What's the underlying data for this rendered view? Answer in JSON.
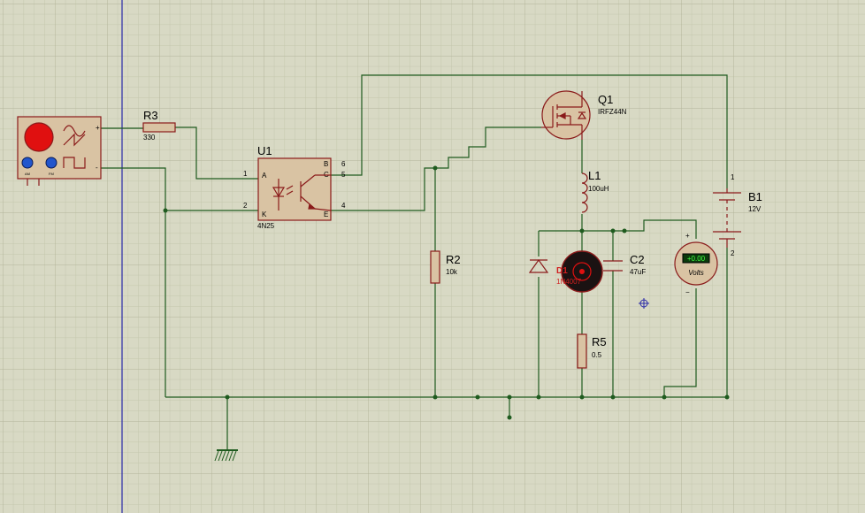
{
  "colors": {
    "background": "#d8d9c4",
    "grid_minor": "#c4c6ad",
    "grid_major": "#b2b49a",
    "wire": "#1f5b1f",
    "component_outline": "#8a1a1a",
    "component_fill": "#d9c3a3",
    "margin_line": "#2a2aa8"
  },
  "components": {
    "generator": {
      "plus_label": "+",
      "minus_label": "-",
      "knob1_label": "AM",
      "knob2_label": "FM"
    },
    "r3": {
      "ref": "R3",
      "value": "330"
    },
    "u1": {
      "ref": "U1",
      "part": "4N25",
      "pins": {
        "p1": "1",
        "p2": "2",
        "p4": "4",
        "p5": "5",
        "p6": "6"
      },
      "pin_names": {
        "a": "A",
        "k": "K",
        "b": "B",
        "c": "C",
        "e": "E"
      }
    },
    "q1": {
      "ref": "Q1",
      "part": "IRFZ44N"
    },
    "l1": {
      "ref": "L1",
      "value": "100uH"
    },
    "r2": {
      "ref": "R2",
      "value": "10k"
    },
    "c2": {
      "ref": "C2",
      "value": "47uF"
    },
    "d1": {
      "ref": "D1",
      "part": "1N4007"
    },
    "r5": {
      "ref": "R5",
      "value": "0.5"
    },
    "b1": {
      "ref": "B1",
      "value": "12V",
      "pin1": "1",
      "pin2": "2"
    },
    "voltmeter": {
      "unit": "Volts",
      "display": "+0.00",
      "plus_label": "+",
      "minus_label": "−"
    }
  }
}
